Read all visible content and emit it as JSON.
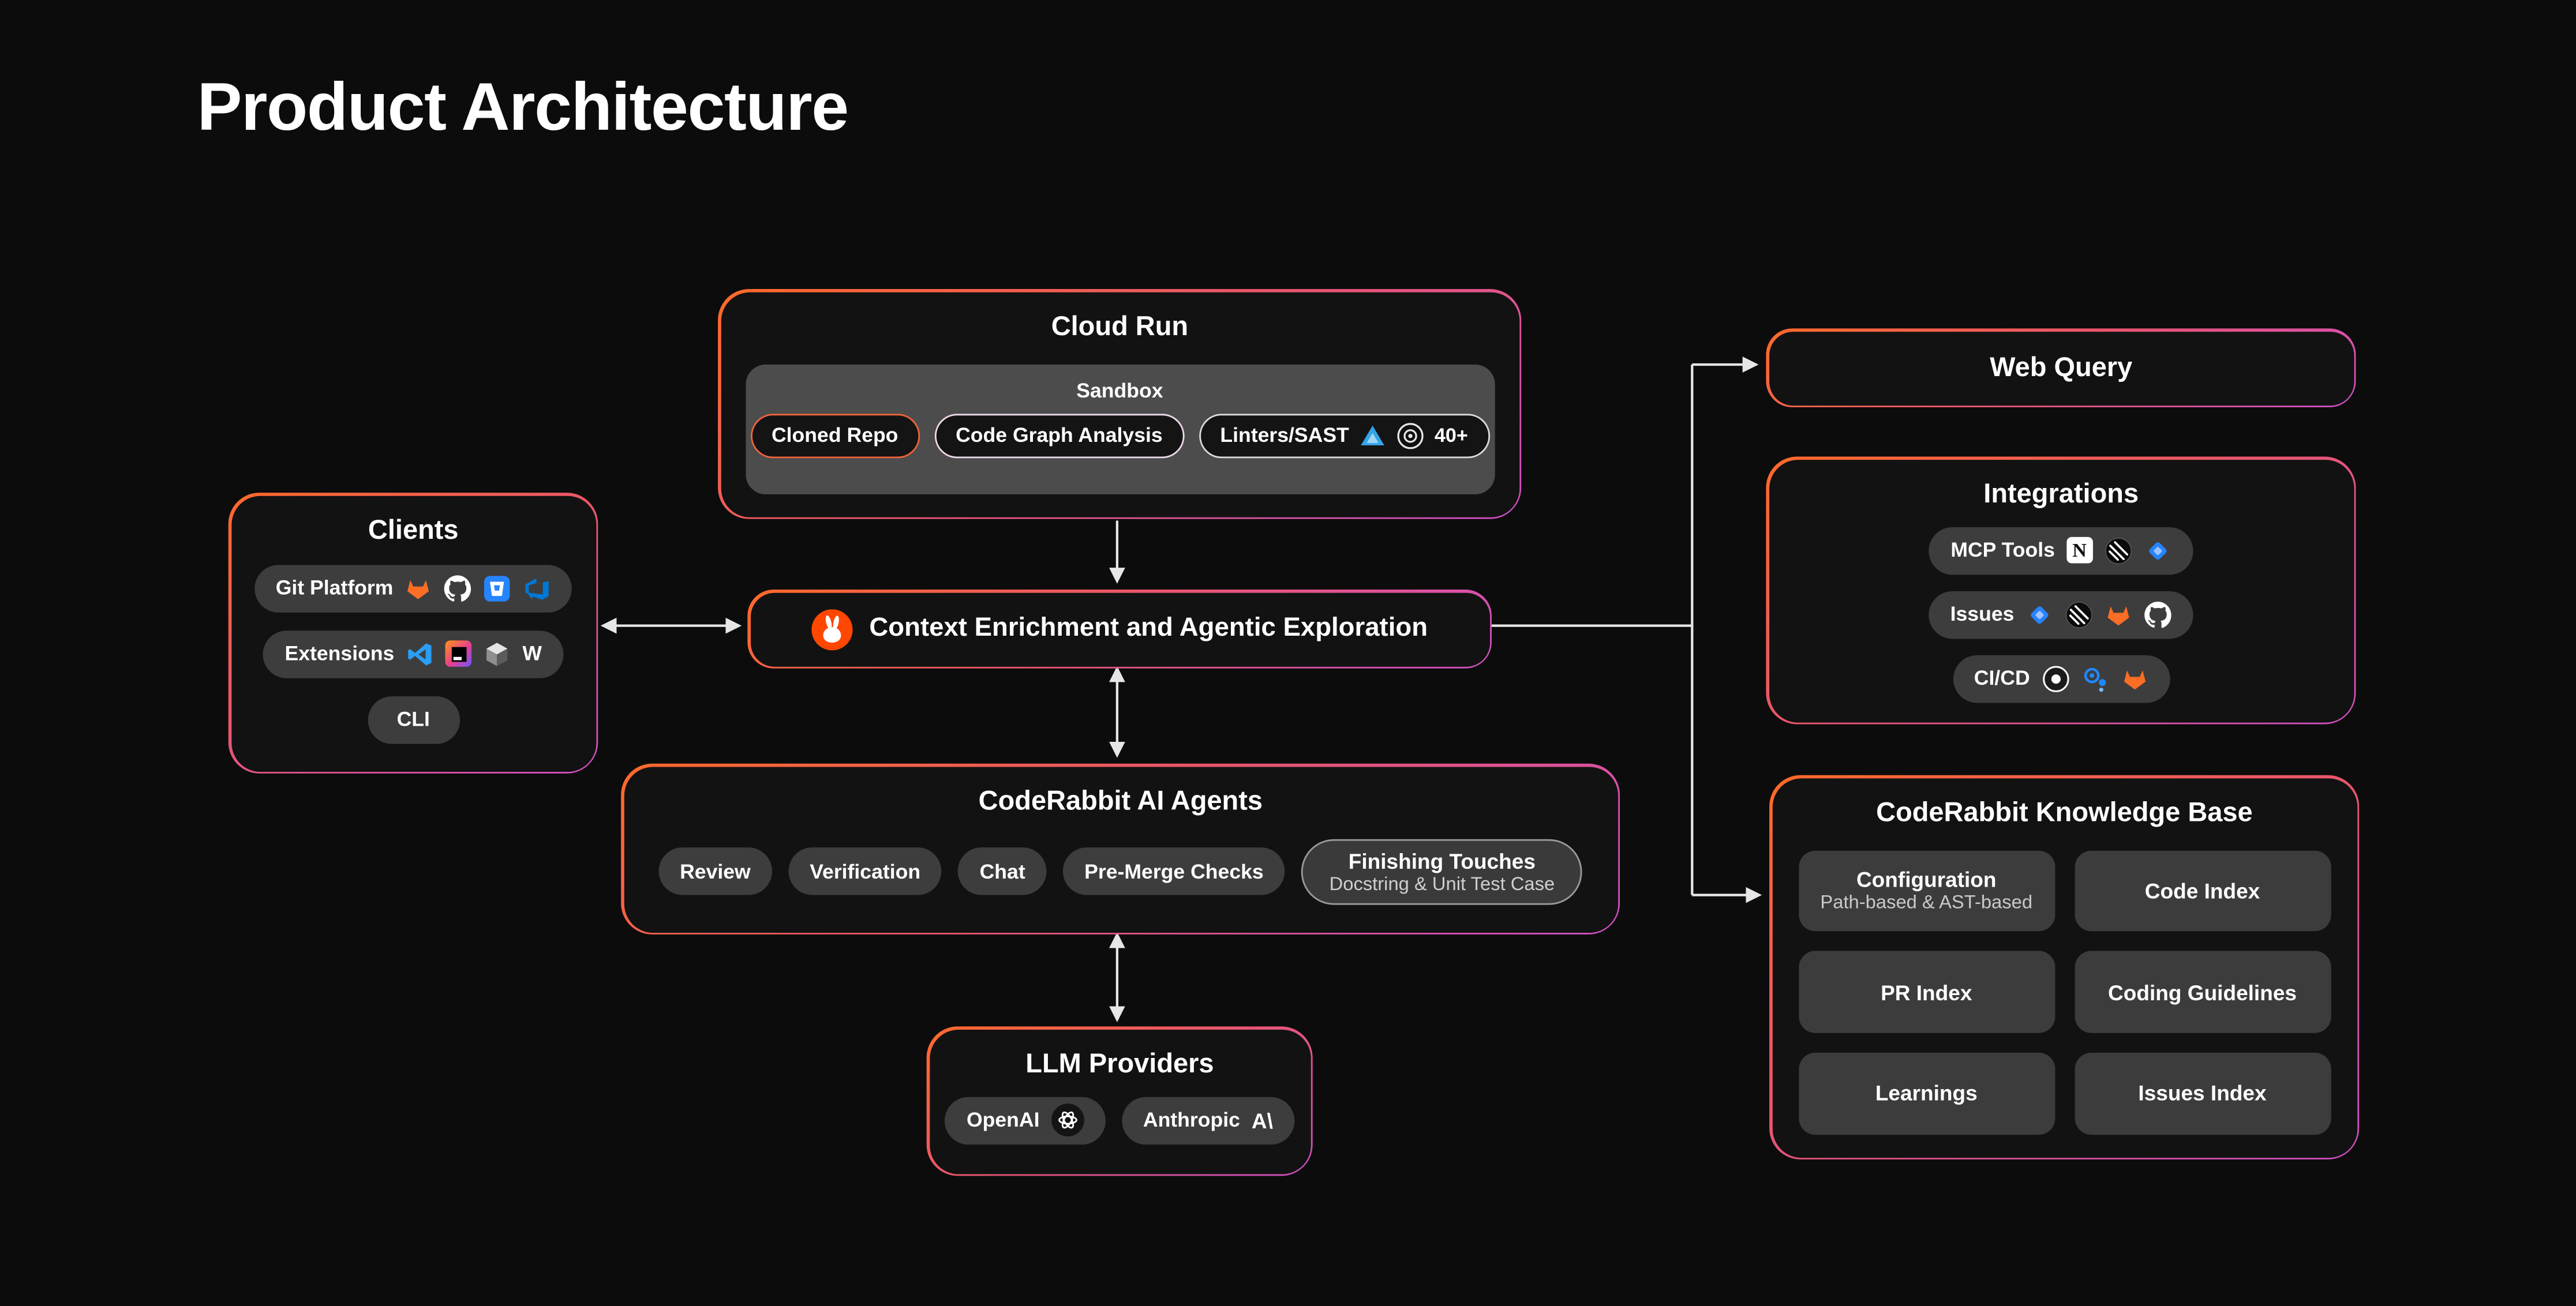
{
  "title": "Product Architecture",
  "colors": {
    "accent_orange": "#ff6a2a",
    "accent_pink": "#cf4fc5",
    "background": "#0c0c0c",
    "box_fill": "#121212",
    "pill_gray": "#3d3d3d"
  },
  "cloud_run": {
    "title": "Cloud Run",
    "sandbox_title": "Sandbox",
    "cloned_repo": "Cloned Repo",
    "code_graph": "Code Graph Analysis",
    "linters": "Linters/SAST",
    "linters_count": "40+"
  },
  "clients": {
    "title": "Clients",
    "git_platform": "Git Platform",
    "extensions": "Extensions",
    "cli": "CLI",
    "windsurf_glyph": "W"
  },
  "context": {
    "label": "Context Enrichment and Agentic Exploration"
  },
  "agents": {
    "title": "CodeRabbit AI Agents",
    "pills": [
      "Review",
      "Verification",
      "Chat",
      "Pre-Merge Checks"
    ],
    "finishing_title": "Finishing Touches",
    "finishing_subtitle": "Docstring & Unit Test Case"
  },
  "llm": {
    "title": "LLM Providers",
    "openai": "OpenAI",
    "anthropic": "Anthropic",
    "anthropic_glyph": "A\\"
  },
  "web_query": {
    "title": "Web Query"
  },
  "integrations": {
    "title": "Integrations",
    "mcp_tools": "MCP Tools",
    "issues": "Issues",
    "cicd": "CI/CD",
    "notion_glyph": "N"
  },
  "knowledge_base": {
    "title": "CodeRabbit Knowledge Base",
    "cells": [
      {
        "title": "Configuration",
        "subtitle": "Path-based & AST-based"
      },
      {
        "title": "Code Index",
        "subtitle": ""
      },
      {
        "title": "PR Index",
        "subtitle": ""
      },
      {
        "title": "Coding Guidelines",
        "subtitle": ""
      },
      {
        "title": "Learnings",
        "subtitle": ""
      },
      {
        "title": "Issues Index",
        "subtitle": ""
      }
    ]
  },
  "icons": {
    "coderabbit-logo": "#ff4702 circle + white rabbit",
    "gitlab-icon": "#fc6d26 tanuki",
    "github-icon": "white invertocat circle",
    "bitbucket-icon": "#2684ff bucket",
    "azure-devops-icon": "#0078d4 mark",
    "vscode-icon": "#2b9df4 mark",
    "jetbrains-icon": "gradient tile",
    "cursor-icon": "gray 3d cube",
    "windsurf-icon": "W",
    "biome-icon": "#35a4e8 triangle",
    "lint-target-icon": "dark ring + dot",
    "notion-icon": "white tile N",
    "linear-icon": "black circle stripes",
    "jira-icon": "#2684ff diamond",
    "circleci-icon": "dark circle ring",
    "github-actions-icon": "#2088ff nodes",
    "openai-icon": "white knot in dark circle",
    "anthropic-icon": "A\\"
  }
}
